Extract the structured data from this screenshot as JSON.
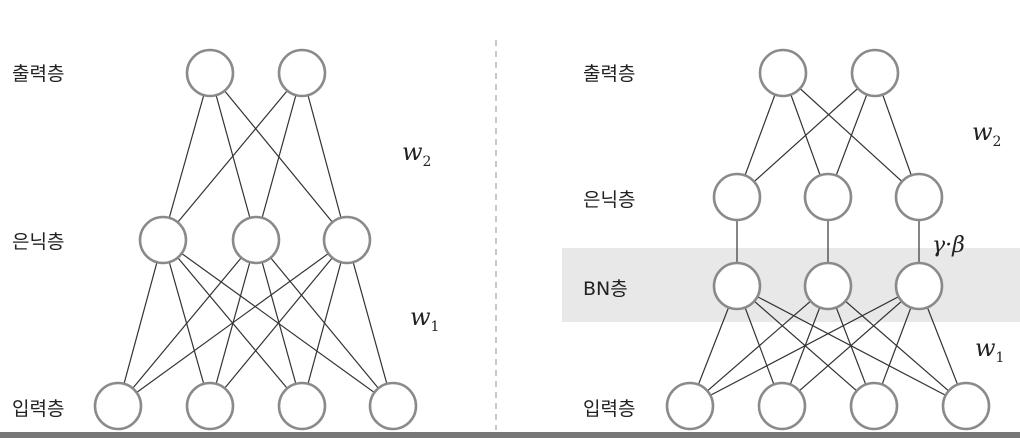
{
  "left_network": {
    "output_label": "출력층",
    "hidden_label": "은닉층",
    "input_label": "입력층",
    "w2_main": "w",
    "w2_sub": "2",
    "w1_main": "w",
    "w1_sub": "1"
  },
  "right_network": {
    "output_label": "출력층",
    "hidden_label": "은닉층",
    "bn_label": "BN층",
    "input_label": "입력층",
    "w2_main": "w",
    "w2_sub": "2",
    "gamma_beta": "γ·β",
    "w1_main": "w",
    "w1_sub": "1"
  },
  "colors": {
    "node_stroke": "#8a8a8a",
    "edge": "#333333",
    "divider": "#b0b0b0",
    "bn_band": "#e8e8e8",
    "bottom_bar": "#777777"
  }
}
